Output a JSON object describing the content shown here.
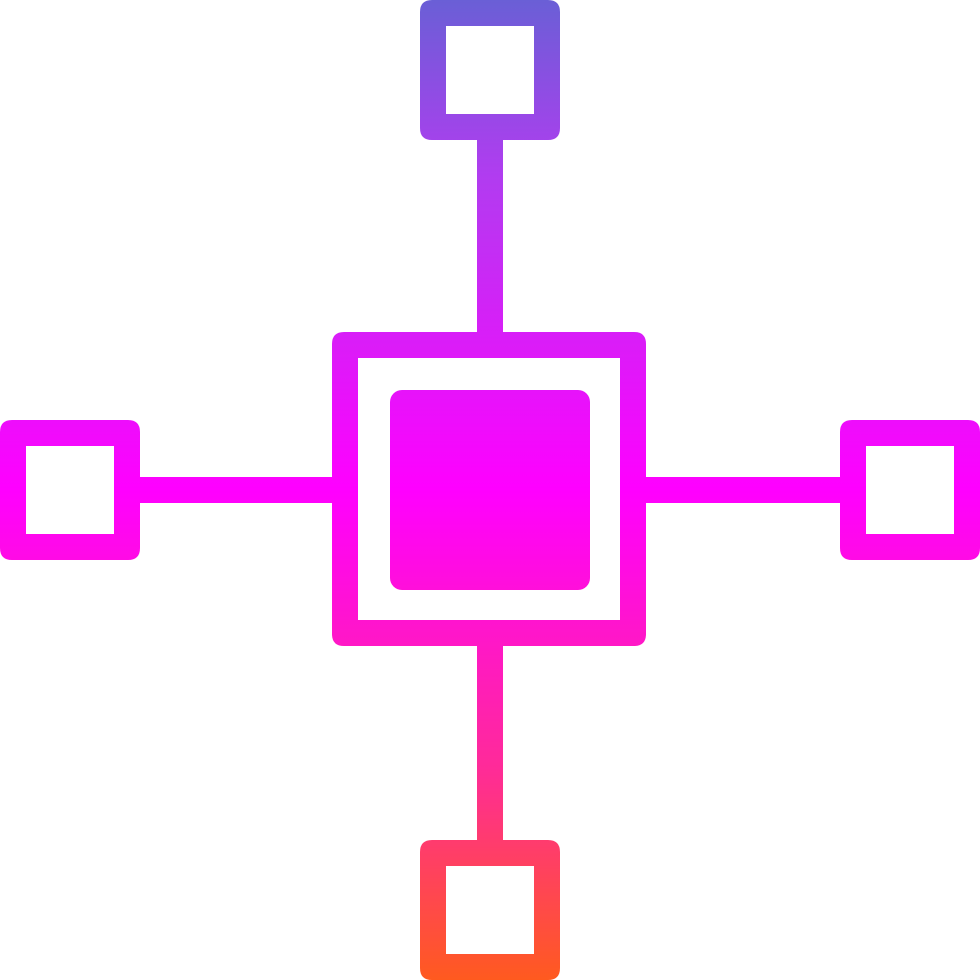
{
  "icon": {
    "name": "network-hub-icon",
    "description_colors": {
      "gradient_top": "#6a5fd6",
      "gradient_upper_mid": "#b13cf0",
      "gradient_mid": "#ff00ff",
      "gradient_lower_mid": "#ff2a9a",
      "gradient_bottom": "#ff5a1f"
    },
    "nodes": [
      "top-node",
      "left-node",
      "right-node",
      "bottom-node"
    ],
    "center": "central-hub"
  }
}
